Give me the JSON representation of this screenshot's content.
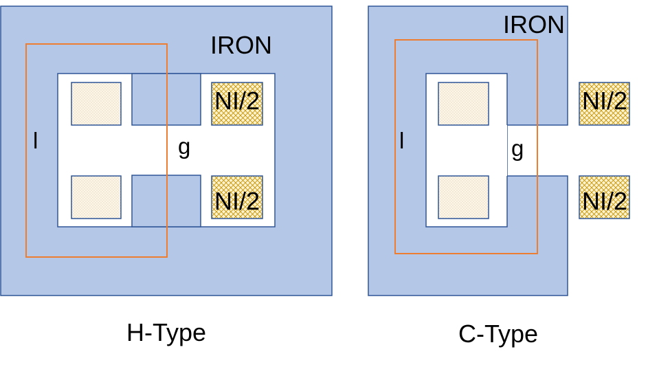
{
  "colors": {
    "iron_fill": "#b4c7e7",
    "iron_stroke": "#2f5597",
    "path_stroke": "#ed7d31",
    "coil_fill": "#fff2cc",
    "coil_pattern": "#bf9000"
  },
  "h_type": {
    "iron_label": "IRON",
    "length_label": "l",
    "gap_label": "g",
    "coil_top_label": "NI/2",
    "coil_bottom_label": "NI/2",
    "caption": "H-Type"
  },
  "c_type": {
    "iron_label": "IRON",
    "length_label": "l",
    "gap_label": "g",
    "coil_top_label": "NI/2",
    "coil_bottom_label": "NI/2",
    "caption": "C-Type"
  }
}
